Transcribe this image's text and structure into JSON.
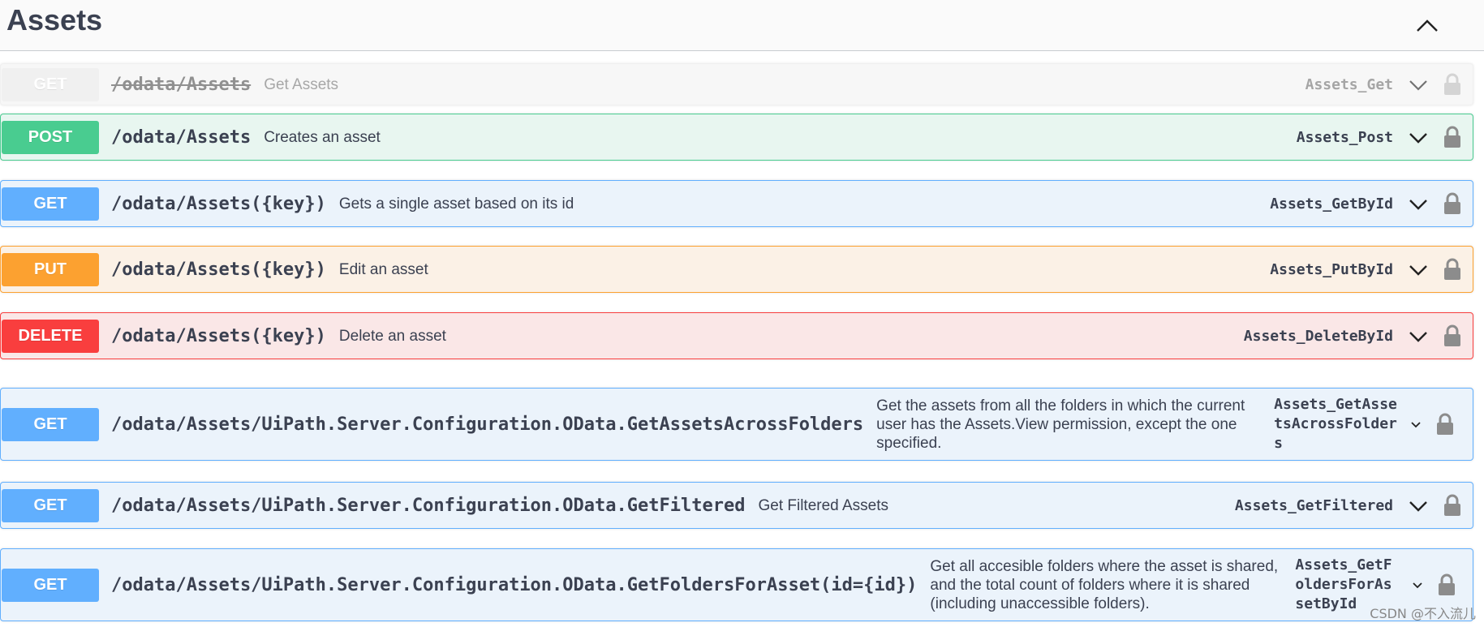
{
  "section": {
    "title": "Assets"
  },
  "operations": [
    {
      "method": "GET",
      "path": "/odata/Assets",
      "description": "Get Assets",
      "operation_id": "Assets_Get",
      "deprecated": true
    },
    {
      "method": "POST",
      "path": "/odata/Assets",
      "description": "Creates an asset",
      "operation_id": "Assets_Post"
    },
    {
      "method": "GET",
      "path": "/odata/Assets({key})",
      "description": "Gets a single asset based on its id",
      "operation_id": "Assets_GetById"
    },
    {
      "method": "PUT",
      "path": "/odata/Assets({key})",
      "description": "Edit an asset",
      "operation_id": "Assets_PutById"
    },
    {
      "method": "DELETE",
      "path": "/odata/Assets({key})",
      "description": "Delete an asset",
      "operation_id": "Assets_DeleteById"
    },
    {
      "method": "GET",
      "path": "/odata/Assets/UiPath.Server.Configuration.OData.GetAssetsAcrossFolders",
      "description": "Get the assets from all the folders in which the current user has the Assets.View permission, except the one specified.",
      "operation_id": "Assets_GetAssetsAcrossFolders"
    },
    {
      "method": "GET",
      "path": "/odata/Assets/UiPath.Server.Configuration.OData.GetFiltered",
      "description": "Get Filtered Assets",
      "operation_id": "Assets_GetFiltered"
    },
    {
      "method": "GET",
      "path": "/odata/Assets/UiPath.Server.Configuration.OData.GetFoldersForAsset(id={id})",
      "description": "Get all accesible folders where the asset is shared, and the total count of folders where it is shared (including unaccessible folders).",
      "operation_id": "Assets_GetFoldersForAssetById"
    }
  ],
  "watermark": "CSDN @不入流儿"
}
